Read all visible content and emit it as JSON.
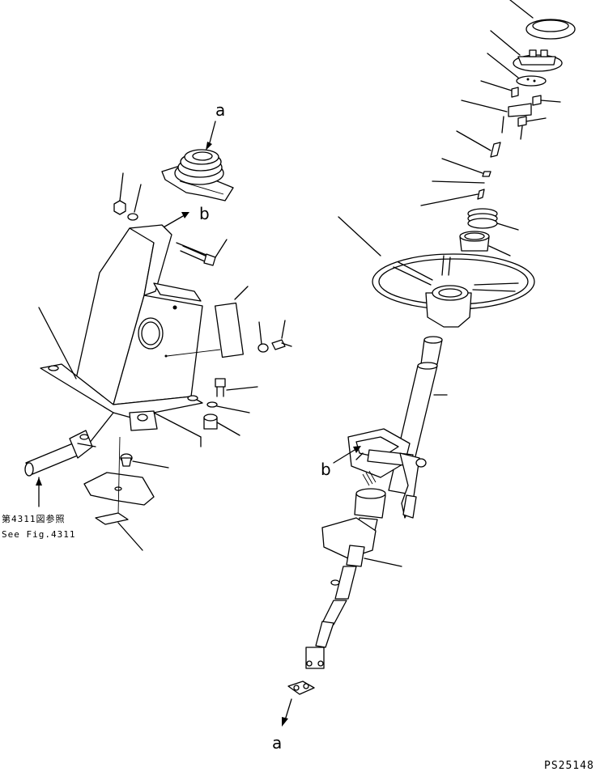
{
  "labels": {
    "a_top": "a",
    "b_left": "b",
    "b_right": "b",
    "a_bottom": "a"
  },
  "reference": {
    "japanese": "第4311図参照",
    "english": "See Fig.4311"
  },
  "drawing_code": "PS25148"
}
